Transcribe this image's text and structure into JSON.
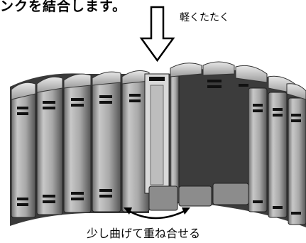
{
  "header": {
    "text": "ンクを結合します。"
  },
  "annotations": {
    "tap_label": "軽くたたく",
    "bend_label": "少し曲げて重ね合せる"
  },
  "icons": {
    "tap_indicator": "down-arrow-icon",
    "bend_indicator": "double-curved-arrow-icon"
  },
  "colors": {
    "link_light": "#cfcfcf",
    "link_mid": "#9a9a9a",
    "link_dark": "#2a2a2a",
    "ink": "#000000"
  }
}
